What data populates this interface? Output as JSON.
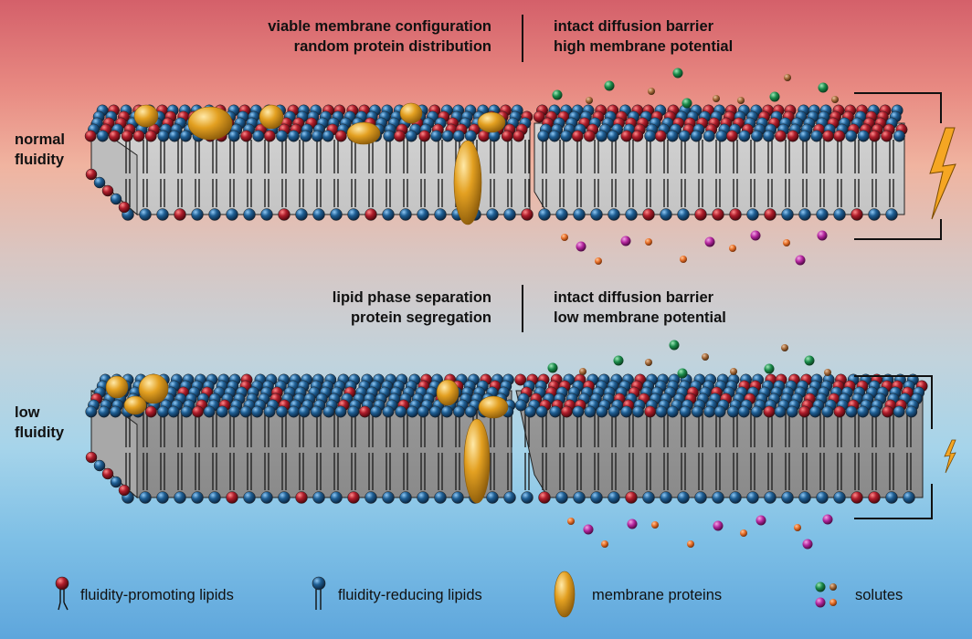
{
  "panel_normal": {
    "label_line1": "normal",
    "label_line2": "fluidity",
    "left_line1": "viable membrane configuration",
    "left_line2": "random protein distribution",
    "right_line1": "intact diffusion barrier",
    "right_line2": "high membrane potential"
  },
  "panel_low": {
    "label_line1": "low",
    "label_line2": "fluidity",
    "left_line1": "lipid phase separation",
    "left_line2": "protein segregation",
    "right_line1": "intact diffusion barrier",
    "right_line2": "low membrane potential"
  },
  "legend": {
    "promoting": "fluidity-promoting lipids",
    "reducing": "fluidity-reducing lipids",
    "proteins": "membrane proteins",
    "solutes": "solutes"
  },
  "colors": {
    "promoting_lipid": "#b01e2c",
    "reducing_lipid": "#1f5f94",
    "protein": "#e3a021",
    "solute_green": "#1a8a4a",
    "solute_brown": "#a46a3a",
    "solute_magenta": "#b4269e",
    "solute_orange": "#e8702a",
    "lightning": "#f5a623"
  }
}
